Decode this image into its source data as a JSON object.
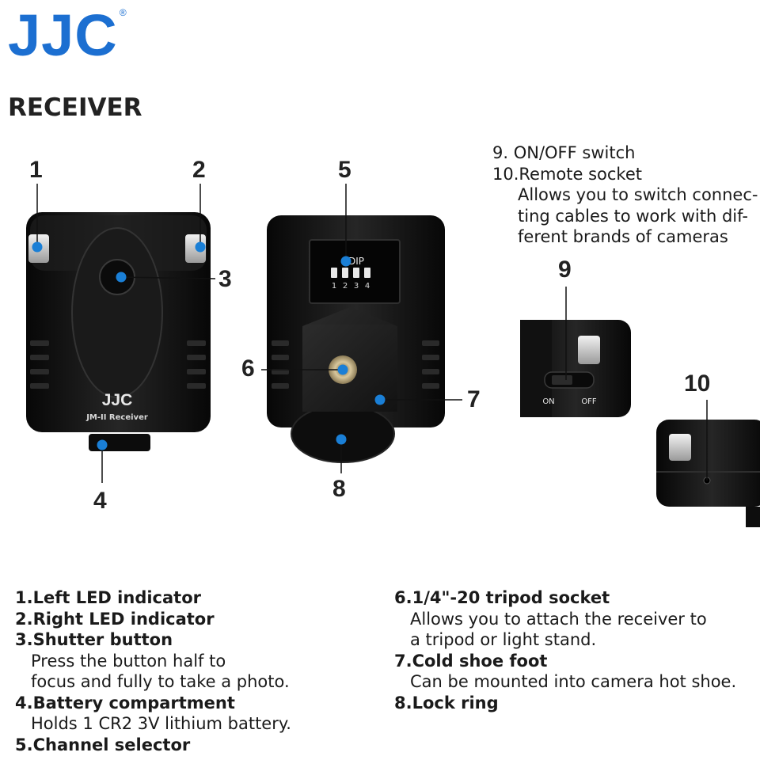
{
  "brand": {
    "logo": "JJC",
    "registered": "®",
    "color": "#1c6fd1"
  },
  "page_title": "RECEIVER",
  "device": {
    "brand_label": "JJC",
    "model_label": "JM-II Receiver",
    "dip_label": "DIP",
    "dip_numbers": [
      "1",
      "2",
      "3",
      "4"
    ],
    "on_label": "ON",
    "off_label": "OFF"
  },
  "callouts": [
    "1",
    "2",
    "3",
    "4",
    "5",
    "6",
    "7",
    "8",
    "9",
    "10"
  ],
  "right_desc": {
    "item9": "9. ON/OFF switch",
    "item10": "10.Remote socket",
    "item10_desc": [
      "Allows you to switch connec-",
      "ting cables to work with dif-",
      "ferent brands of cameras"
    ]
  },
  "left_list": [
    {
      "title": "1.Left LED indicator",
      "desc": []
    },
    {
      "title": "2.Right LED indicator",
      "desc": []
    },
    {
      "title": "3.Shutter button",
      "desc": [
        "Press the button half to",
        "focus and fully to take a photo."
      ]
    },
    {
      "title": "4.Battery compartment",
      "desc": [
        "Holds 1 CR2 3V lithium battery."
      ]
    },
    {
      "title": "5.Channel selector",
      "desc": []
    }
  ],
  "right_list": [
    {
      "title": "6.1/4\"-20 tripod socket",
      "desc": [
        "Allows you to attach the receiver to",
        "a tripod or light stand."
      ]
    },
    {
      "title": "7.Cold shoe foot",
      "desc": [
        "Can be mounted into camera hot shoe."
      ]
    },
    {
      "title": "8.Lock ring",
      "desc": []
    }
  ],
  "colors": {
    "dot": "#1a7fd6",
    "body": "#111111",
    "text": "#1a1a1a"
  }
}
